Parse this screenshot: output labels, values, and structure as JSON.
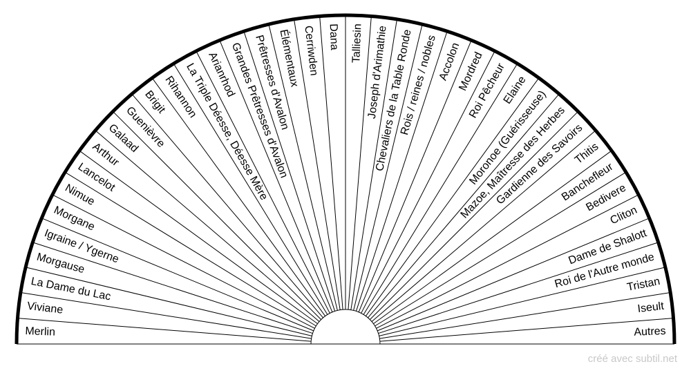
{
  "pendulum": {
    "labels": [
      "Merlin",
      "Viviane",
      "La Dame du Lac",
      "Morgause",
      "Igraine / Ygerne",
      "Morgane",
      "Nimue",
      "Lancelot",
      "Arthur",
      "Galaad",
      "Guenièvre",
      "Brigit",
      "Rihannon",
      "La Triple Déesse, Déesse Mère",
      "Arianrhod",
      "Grandes Prêtresses d'Avalon",
      "Prêtresses d'Avalon",
      "Élémentaux",
      "Cerriwden",
      "Dana",
      "Talliesin",
      "Joseph d'Arimathie",
      "Chevaliers de la Table Ronde",
      "Rois / reines / nobles",
      "Accolon",
      "Mordred",
      "Roi Pêcheur",
      "Elaine",
      "Moronoe (Guérisseuse)",
      "Mazoe, Maîtresse des Herbes",
      "Gardienne des Savoirs",
      "Thitis",
      "Banchefleur",
      "Bedivere",
      "Cliton",
      "Dame de Shalott",
      "Roi de l'Autre monde",
      "Tristan",
      "Iseult",
      "Autres"
    ]
  },
  "footer": {
    "credit": "créé avec subtil.net"
  }
}
